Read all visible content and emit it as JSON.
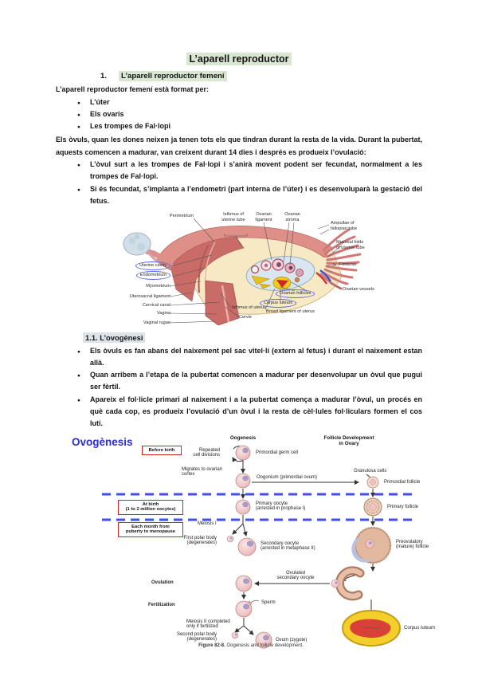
{
  "doc": {
    "title": "L’aparell reproductor",
    "heading1_num": "1.",
    "heading1": "L’aparell reproductor femení",
    "intro": "L’aparell reproductor femení està format per:",
    "list1": [
      "L’úter",
      "Els ovaris",
      "Les trompes de Fal·lopi"
    ],
    "para1": "Els òvuls, quan les dones neixen ja tenen tots els que tindran durant la resta de la vida. Durant la pubertat, aquests comencen a madurar, van creixent durant 14 dies i després es produeix l’ovulació:",
    "list2": [
      "L’òvul surt a les trompes de Fal·lopi i s’anirà movent podent ser fecundat, normalment a les trompes de Fal·lopi.",
      "Si és fecundat, s’implanta a l’endometri (part interna de l’úter) i es desenvoluparà la gestació del fetus."
    ],
    "heading2": "1.1. L’ovogènesi",
    "list3": [
      "Els òvuls es fan abans del naixement pel sac vitel·lí (extern al fetus) i durant el naixement estan allà.",
      "Quan arribem a l’etapa de la pubertat comencen a madurar per desenvolupar un òvul que pugui ser fèrtil.",
      "Apareix el fol·licle primari al naixement i a la pubertat comença a madurar l’òvul, un procés en què cada cop, es produeix l’ovulació  d’un òvul i la resta de cèl·lules fol·liculars formen el cos luti."
    ]
  },
  "anatomy": {
    "perimetrium": "Perimetrium",
    "isthmus_tube": "Isthmus of\nuterine tube",
    "ovarian_ligament": "Ovarian\nligament",
    "ovarian_stroma": "Ovarian\nstroma",
    "ampullae": "Ampullae of\nfallopian tube",
    "mucosal_folds": "Mucosal folds\nof uterine tube",
    "fimbriae": "Fimbriae",
    "ovarian_vessels": "Ovarian vessels",
    "uterine_cavity": "Uterine cavity",
    "endometrium": "Endometrium",
    "myometrium": "Myometrium",
    "uterosacral": "Uterosacral ligament",
    "cervical_canal": "Cervical canal",
    "vagina": "Vagina",
    "vaginal_rugae": "Vaginal rugae",
    "isthmus_uterus": "Isthmus of uterus",
    "cervix": "Cervix",
    "ovarian_follicles": "Ovarian follicles",
    "corpus_luteum": "Corpus luteum",
    "broad_ligament": "Broad ligament of uterus"
  },
  "oogenesis": {
    "title": "Ovogènesis",
    "header_left": "Oogenesis",
    "header_right": "Follicle Development\nin Ovary",
    "box_before_birth": "Before birth",
    "box_at_birth": "At birth\n(1 to 2 million oocytes)",
    "box_each_month": "Each month from\npuberty to menopause",
    "repeated_divisions": "Repeated\ncell divisions",
    "migrates": "Migrates to ovarian\ncortex",
    "primordial_germ": "Primordial germ cell",
    "oogonium": "Oogonium (primordial ovum)",
    "granulosa": "Granulosa cells",
    "primordial_follicle": "Primordial follicle",
    "primary_oocyte": "Primary oocyte\n(arrested in prophase I)",
    "primary_follicle": "Primary follicle",
    "meiosis1": "Meiosis I",
    "first_polar": "First polar body\n(degenerates)",
    "secondary_oocyte": "Secondary oocyte\n(arrested in metaphase II)",
    "preovulatory": "Preovulatory\n(mature) follicle",
    "ovulation": "Ovulation",
    "ovulated": "Ovulated\nsecondary oocyte",
    "fertilization": "Fertilization",
    "sperm": "Sperm",
    "meiosis2": "Meiosis II completed\nonly if fertilized",
    "second_polar": "Second polar body\n(degenerates)",
    "ovum": "Ovum (zygote)",
    "corpus_luteum": "Corpus luteum",
    "caption_bold": "Figure 82-8.",
    "caption_rest": " Oogenesis and follicle development."
  },
  "colors": {
    "highlight_green": "#d9e7d2",
    "highlight_gray": "#dde4e9",
    "oog_title_blue": "#2b2bd6",
    "stage_box_red": "#cc2424",
    "dashed_line_blue": "#4450e8",
    "annotation_ellipse_blue": "#5a6ade"
  }
}
